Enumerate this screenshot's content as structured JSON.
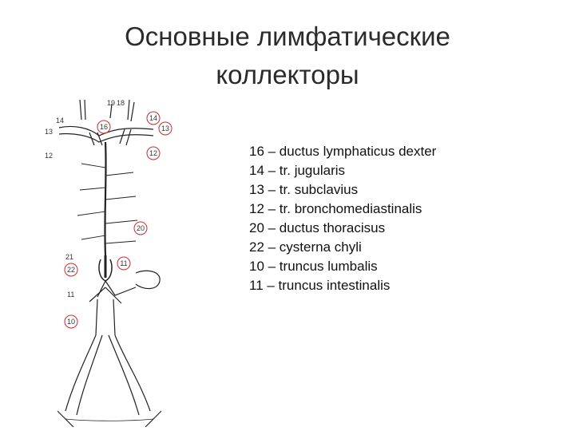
{
  "slide": {
    "title_line1": "Основные лимфатические",
    "title_line2": "коллекторы"
  },
  "diagram": {
    "numbers": {
      "n19": "19",
      "n18": "18",
      "n14_left": "14",
      "n13_left": "13",
      "n12_left": "12",
      "n16": "16",
      "n14_right": "14",
      "n13_right": "13",
      "n12_right": "12",
      "n20": "20",
      "n21": "21",
      "n22": "22",
      "n11_circ": "11",
      "n11_plain": "11",
      "n10": "10"
    },
    "circle_color": "#d7262b",
    "line_color": "#222222"
  },
  "legend": [
    "16 – ductus lymphaticus dexter",
    "14 – tr. jugularis",
    "13 – tr. subclavius",
    "12 – tr. bronchomediastinalis",
    "20 – ductus thoracisus",
    "22 – cysterna chyli",
    "10 – truncus lumbalis",
    "11 – truncus intestinalis"
  ]
}
